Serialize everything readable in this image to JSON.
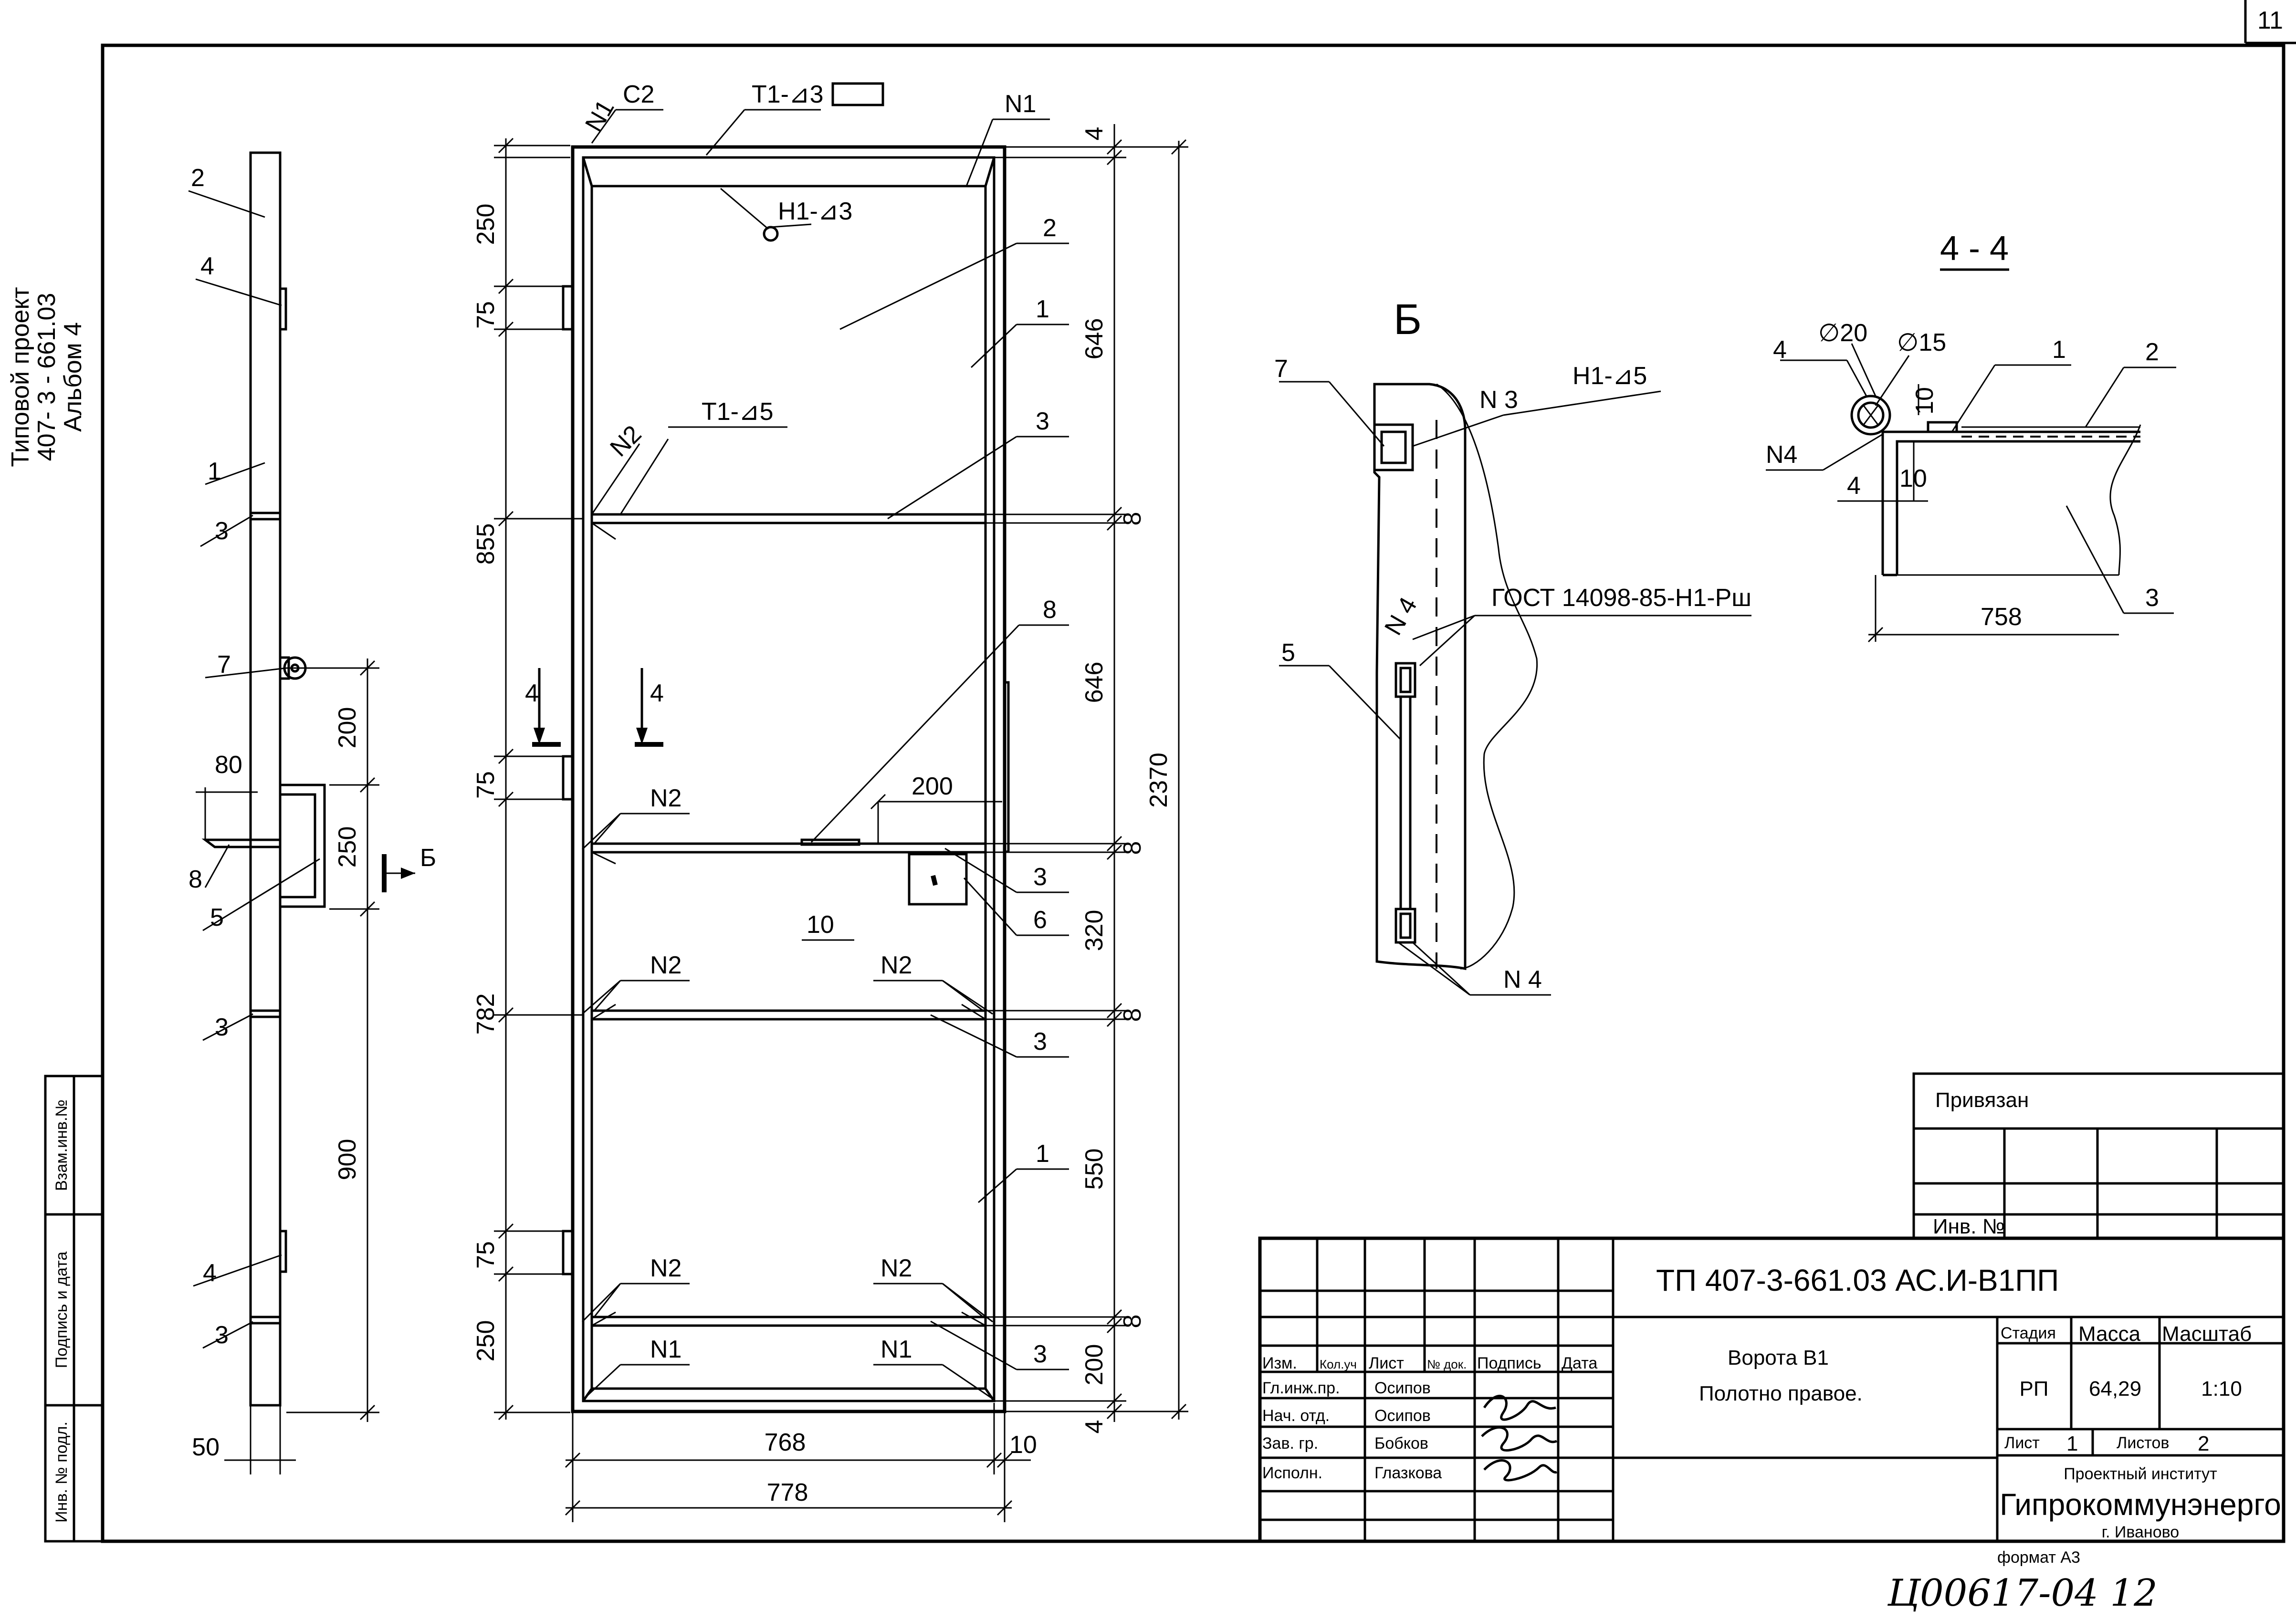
{
  "sheet": {
    "corner_number": "11"
  },
  "side_text": {
    "line1": "Типовой проект",
    "line2": "407- 3 - 661.03",
    "line3": "Альбом 4"
  },
  "left_stamp": {
    "inv_vzam": "Взам.инв.№",
    "sign_date": "Подпись и дата",
    "inv_orig": "Инв. № подл."
  },
  "side_view": {
    "labels": [
      "2",
      "4",
      "1",
      "3",
      "7",
      "80",
      "8",
      "5",
      "3",
      "4",
      "3",
      "50"
    ],
    "dims": {
      "d200": "200",
      "d250": "250",
      "d900": "900"
    },
    "section_mark": "Б"
  },
  "front_view": {
    "top": {
      "c2": "С2",
      "t1": "Т1-⊿3",
      "n1a": "N1",
      "n1b": "N1",
      "h1": "Н1-⊿3"
    },
    "left_dims": [
      "250",
      "75",
      "855",
      "75",
      "782",
      "75",
      "250"
    ],
    "right_dims": [
      "4",
      "646",
      "8",
      "646",
      "8",
      "320",
      "8",
      "550",
      "8",
      "200",
      "4"
    ],
    "overall": "2370",
    "bottom_dims": {
      "w768": "768",
      "w10": "10",
      "w778": "778"
    },
    "section": {
      "a": "4",
      "b": "4"
    },
    "labels": {
      "p2": "2",
      "p1a": "1",
      "p3a": "3",
      "p8": "8",
      "p200": "200",
      "p3b": "3",
      "p6": "6",
      "p3c": "3",
      "p1b": "1",
      "p3d": "3",
      "p10": "10",
      "n2a": "N2",
      "t15": "Т1-⊿5",
      "n2b": "N2",
      "n2c": "N2",
      "n2d": "N2",
      "n2e": "N2",
      "n2f": "N2",
      "n1c": "N1",
      "n1d": "N1"
    }
  },
  "detail_b": {
    "title": "Б",
    "labels": {
      "p7": "7",
      "n3": "N 3",
      "h15": "Н1-⊿5",
      "gost": "ГОСТ 14098-85-Н1-Рш",
      "n4a": "N 4",
      "p5": "5",
      "n4b": "N 4"
    }
  },
  "section_44": {
    "title": "4 - 4",
    "labels": {
      "d20": "∅20",
      "d15": "∅15",
      "p4": "4",
      "p1": "1",
      "p2": "2",
      "n4": "N4",
      "d10a": "10",
      "d4": "4",
      "d10b": "10",
      "d758": "758",
      "p3": "3"
    }
  },
  "binding": {
    "title": "Привязан",
    "inv": "Инв. №"
  },
  "title_block": {
    "doc_code": "ТП   407-3-661.03   АС.И-В1ПП",
    "headers": {
      "izm": "Изм.",
      "kol": "Кол.уч",
      "list": "Лист",
      "ndok": "№ док.",
      "podpis": "Подпись",
      "data": "Дата"
    },
    "roles": [
      {
        "role": "Гл.инж.пр.",
        "name": "Осипов"
      },
      {
        "role": "Нач. отд.",
        "name": "Осипов"
      },
      {
        "role": "Зав. гр.",
        "name": "Бобков"
      },
      {
        "role": "Исполн.",
        "name": "Глазкова"
      }
    ],
    "name_line1": "Ворота В1",
    "name_line2": "Полотно правое.",
    "stage_label": "Стадия",
    "stage": "РП",
    "mass_label": "Масса",
    "mass": "64,29",
    "scale_label": "Масштаб",
    "scale": "1:10",
    "sheet_label": "Лист",
    "sheet_no": "1",
    "sheets_label": "Листов",
    "sheets_total": "2",
    "org_line1": "Проектный институт",
    "org_line2": "Гипрокоммунэнерго",
    "org_line3": "г. Иваново"
  },
  "format": "формат А3",
  "handwritten": "Ц00617-04  12"
}
